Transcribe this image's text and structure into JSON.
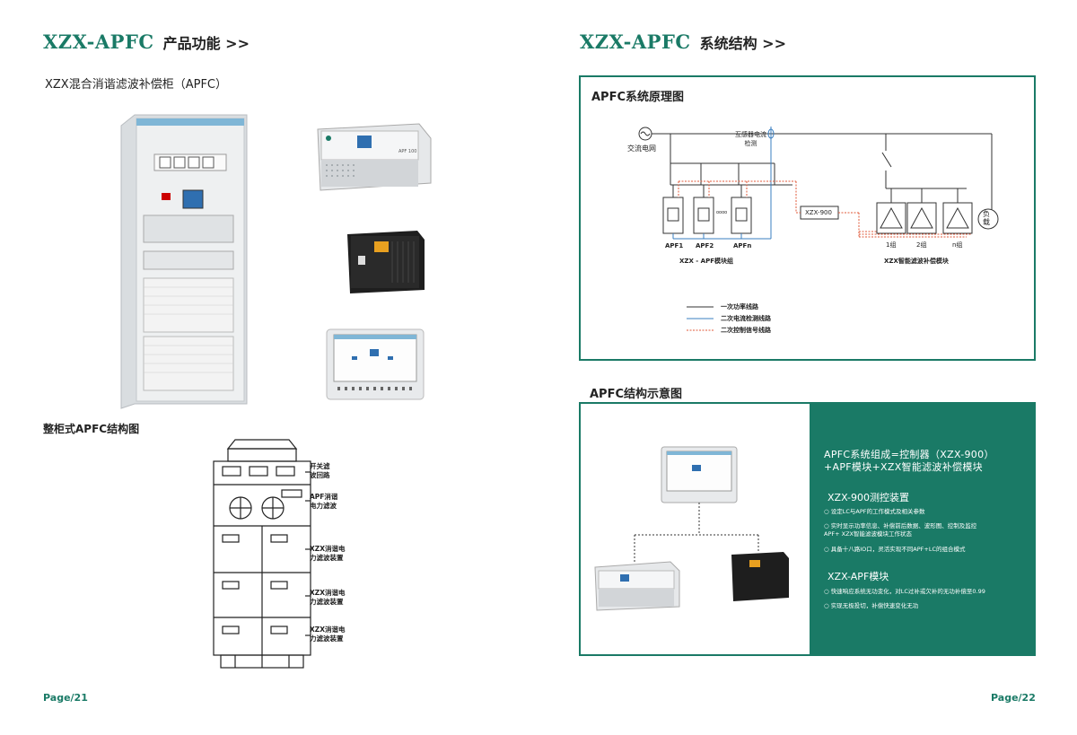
{
  "left": {
    "brand": "XZX-APFC",
    "title": "产品功能 >>",
    "subtitle": "XZX混合消谐滤波补偿柜（APFC）",
    "cabinet_label": "整柜式APFC结构图",
    "apf_label": "APF 100",
    "callouts": [
      "开关滤\n波回路",
      "APF消谐\n电力滤波",
      "XZX消谐电\n力滤波装置",
      "XZX消谐电\n力滤波装置",
      "XZX消谐电\n力滤波装置"
    ],
    "page": "Page/21"
  },
  "right": {
    "brand": "XZX-APFC",
    "title": "系统结构 >>",
    "principle_title": "APFC系统原理图",
    "grid_label": "交流电网",
    "ct_label": "互感器电流\n检测",
    "apf_names": [
      "APF1",
      "APF2",
      "APFn"
    ],
    "dots": "oooo",
    "apf_group": "XZX - APF模块组",
    "controller": "XZX-900",
    "groups": [
      "1组",
      "2组",
      "n组"
    ],
    "filter_module": "XZX智能滤波补偿模块",
    "load": "负\n载",
    "legend": [
      "一次功率线路",
      "二次电流检测线路",
      "二次控制信号线路"
    ],
    "structure_title": "APFC结构示意图",
    "composition": "APFC系统组成=控制器（XZX-900）\n+APF模块+XZX智能滤波补偿模块",
    "controller_title": "XZX-900测控装置",
    "controller_items": [
      "设定LC与APF的工作模式及相关参数",
      "实时显示功率信息、补偿前后数据、波形图、控制及监控\nAPF+ XZX智能滤波模块工作状态",
      "具备十八路IO口，灵活实现不同APF+LC的组合模式"
    ],
    "apf_title": "XZX-APF模块",
    "apf_items": [
      "快速响应系统无功变化，对LC过补或欠补的无功补偿至0.99",
      "实现无极投切，补偿快速变化无功"
    ],
    "page": "Page/22"
  },
  "colors": {
    "accent": "#1a7a66",
    "power_line": "#333333",
    "detect_line": "#3a7fc1",
    "signal_line": "#e05a3a"
  }
}
